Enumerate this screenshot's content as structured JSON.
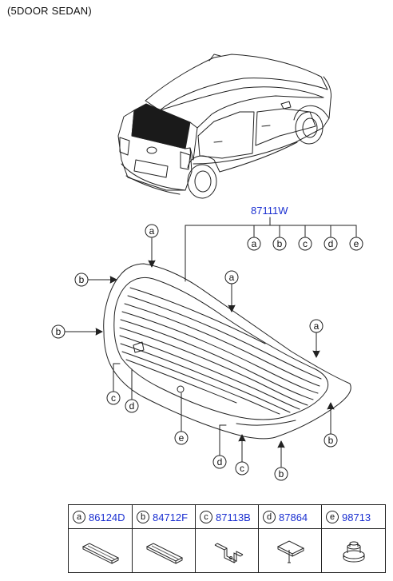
{
  "caption": "(5DOOR SEDAN)",
  "assembly_part_number": "87111W",
  "callouts": {
    "a": "a",
    "b": "b",
    "c": "c",
    "d": "d",
    "e": "e"
  },
  "legend": [
    {
      "letter": "a",
      "part_number": "86124D",
      "icon": "tape-strip-icon"
    },
    {
      "letter": "b",
      "part_number": "84712F",
      "icon": "tape-strip-icon"
    },
    {
      "letter": "c",
      "part_number": "87113B",
      "icon": "bracket-icon"
    },
    {
      "letter": "d",
      "part_number": "87864",
      "icon": "pad-icon"
    },
    {
      "letter": "e",
      "part_number": "98713",
      "icon": "grommet-icon"
    }
  ],
  "colors": {
    "part_number": "#1a2fd1",
    "line": "#222222"
  }
}
